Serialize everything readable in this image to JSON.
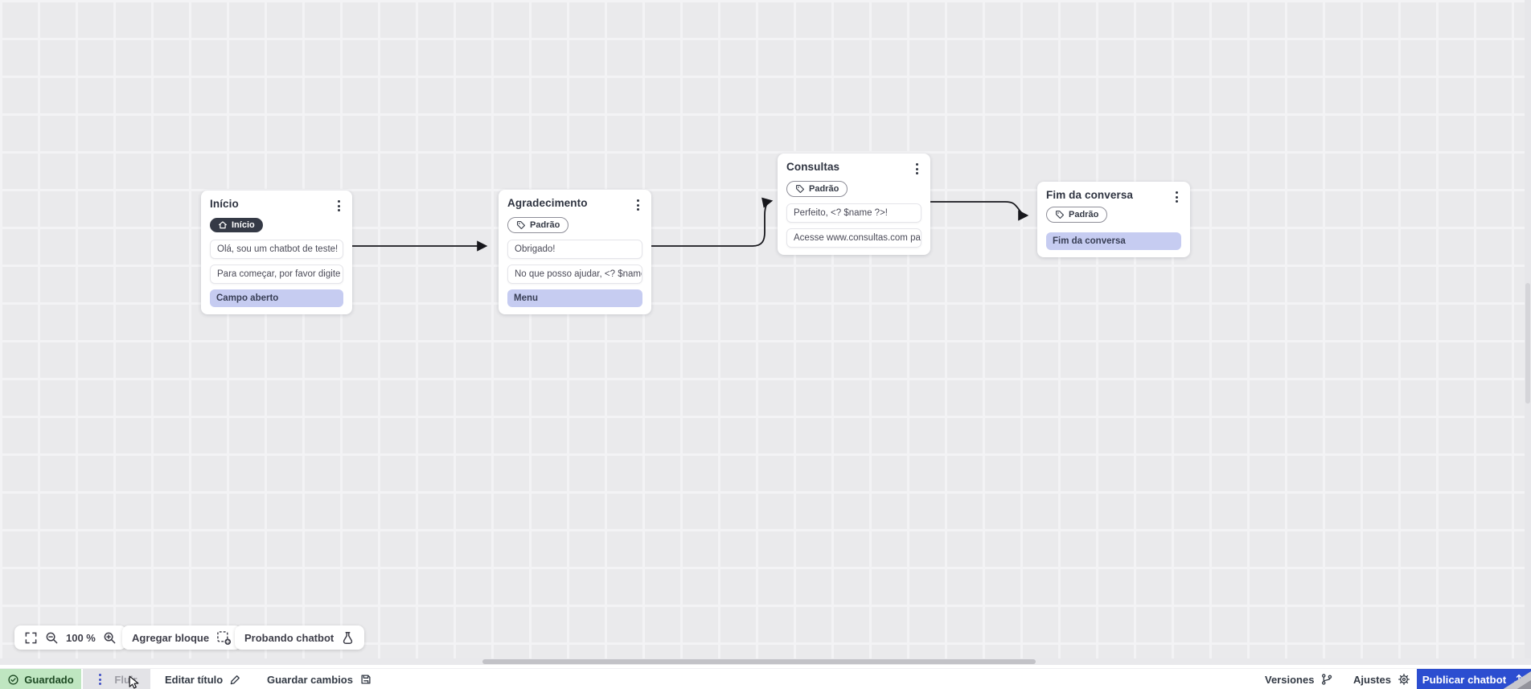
{
  "canvas": {
    "nodes": [
      {
        "title": "Início",
        "badge": "Início",
        "messages": [
          "Olá, sou um chatbot de teste!",
          "Para começar, por favor digite o ..."
        ],
        "action": "Campo aberto"
      },
      {
        "title": "Agradecimento",
        "badge": "Padrão",
        "messages": [
          "Obrigado!",
          "No que posso ajudar, <? $name ..."
        ],
        "action": "Menu"
      },
      {
        "title": "Consultas",
        "badge": "Padrão",
        "messages": [
          "Perfeito, <? $name ?>!",
          "Acesse www.consultas.com par..."
        ]
      },
      {
        "title": "Fim da conversa",
        "badge": "Padrão",
        "action": "Fim da conversa"
      }
    ]
  },
  "toolbar": {
    "zoom_value": "100 %",
    "add_block_label": "Agregar bloque",
    "test_chatbot_label": "Probando chatbot"
  },
  "statusbar": {
    "saved_label": "Guardado",
    "flow_tab_label": "Fluir",
    "edit_title_label": "Editar título",
    "save_changes_label": "Guardar cambios",
    "versions_label": "Versiones",
    "settings_label": "Ajustes",
    "publish_label": "Publicar chatbot"
  },
  "colors": {
    "accent_blue": "#2c4ed0",
    "action_lilac": "#c6ccf1",
    "saved_green_bg": "#bfe6c1",
    "saved_green_text": "#1d4a23",
    "badge_dark": "#353a46",
    "connector": "#17171c"
  }
}
